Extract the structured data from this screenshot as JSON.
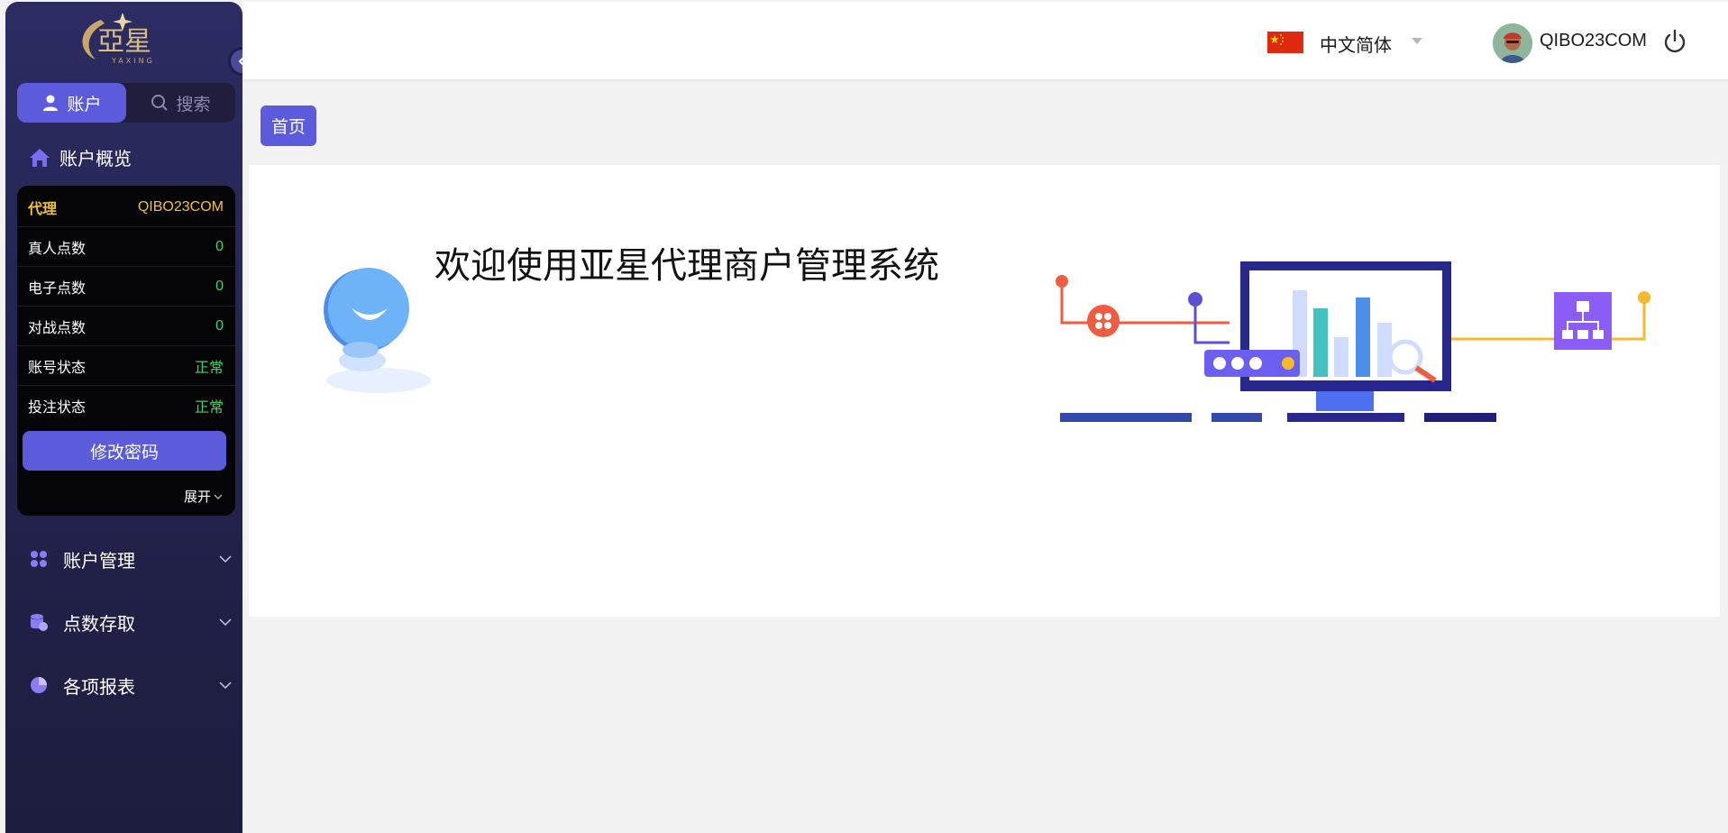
{
  "sidebar": {
    "logo_text": "亞星",
    "logo_subtext": "YAXING",
    "tabs": [
      {
        "label": "账户",
        "icon": "user-icon",
        "active": true
      },
      {
        "label": "搜索",
        "icon": "search-icon",
        "active": false
      }
    ],
    "overview_label": "账户概览",
    "account_card": {
      "rows": [
        {
          "label": "代理",
          "value": "QIBO23COM"
        },
        {
          "label": "真人点数",
          "value": "0"
        },
        {
          "label": "电子点数",
          "value": "0"
        },
        {
          "label": "对战点数",
          "value": "0"
        },
        {
          "label": "账号状态",
          "value": "正常"
        },
        {
          "label": "投注状态",
          "value": "正常"
        }
      ],
      "change_password_label": "修改密码",
      "expand_label": "展开"
    },
    "menu": [
      {
        "label": "账户管理",
        "icon": "apps-icon"
      },
      {
        "label": "点数存取",
        "icon": "database-icon"
      },
      {
        "label": "各项报表",
        "icon": "pie-chart-icon"
      }
    ]
  },
  "topbar": {
    "language_label": "中文简体",
    "username": "QIBO23COM"
  },
  "breadcrumb": {
    "home_label": "首页"
  },
  "main": {
    "welcome_title": "欢迎使用亚星代理商户管理系统"
  },
  "colors": {
    "accent": "#5b5bdb",
    "sidebar_bg": "#25254f",
    "status_green": "#3bd46a",
    "agent_yellow": "#f2c230"
  }
}
